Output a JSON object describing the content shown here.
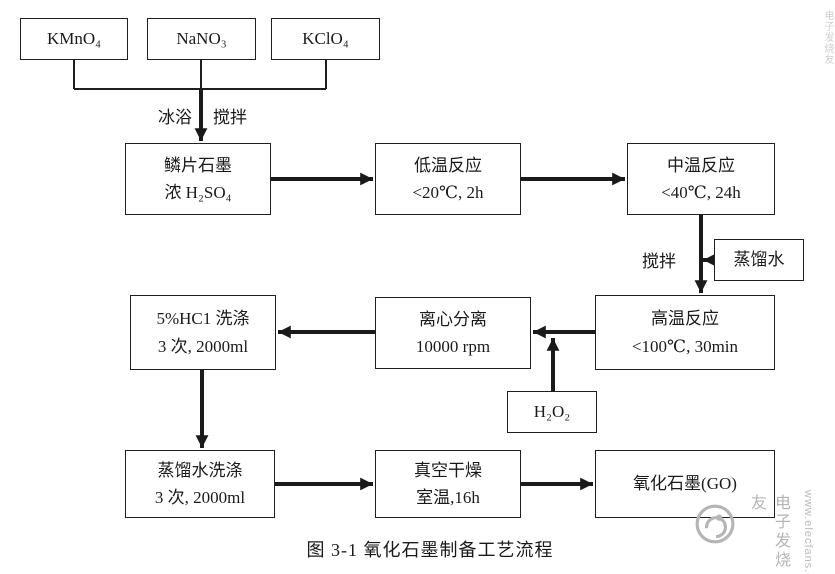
{
  "flowchart": {
    "caption": "图 3-1 氧化石墨制备工艺流程",
    "nodes": {
      "kmno4": {
        "line1": "KMnO₄"
      },
      "nano3": {
        "line1": "NaNO₃"
      },
      "kclo4": {
        "line1": "KClO₄"
      },
      "graphite": {
        "line1": "鳞片石墨",
        "line2": "浓 H₂SO₄"
      },
      "low_temp": {
        "line1": "低温反应",
        "line2": "<20℃, 2h"
      },
      "mid_temp": {
        "line1": "中温反应",
        "line2": "<40℃, 24h"
      },
      "distilled_water": {
        "line1": "蒸馏水"
      },
      "high_temp": {
        "line1": "高温反应",
        "line2": "<100℃, 30min"
      },
      "centrifuge": {
        "line1": "离心分离",
        "line2": "10000 rpm"
      },
      "hcl_wash": {
        "line1": "5%HC1 洗涤",
        "line2": "3 次, 2000ml"
      },
      "h2o2": {
        "line1": "H₂O₂"
      },
      "water_wash": {
        "line1": "蒸馏水洗涤",
        "line2": "3 次, 2000ml"
      },
      "vacuum_dry": {
        "line1": "真空干燥",
        "line2": "室温,16h"
      },
      "go_product": {
        "line1": "氧化石墨(GO)"
      }
    },
    "edge_labels": {
      "ice_bath": "冰浴",
      "stir_top": "搅拌",
      "stir_mid": "搅拌"
    },
    "line_color": "#1a1a1a"
  },
  "watermark": {
    "name": "电子发烧友",
    "url": "www.elecfans.com",
    "color": "#b5b5b5"
  }
}
